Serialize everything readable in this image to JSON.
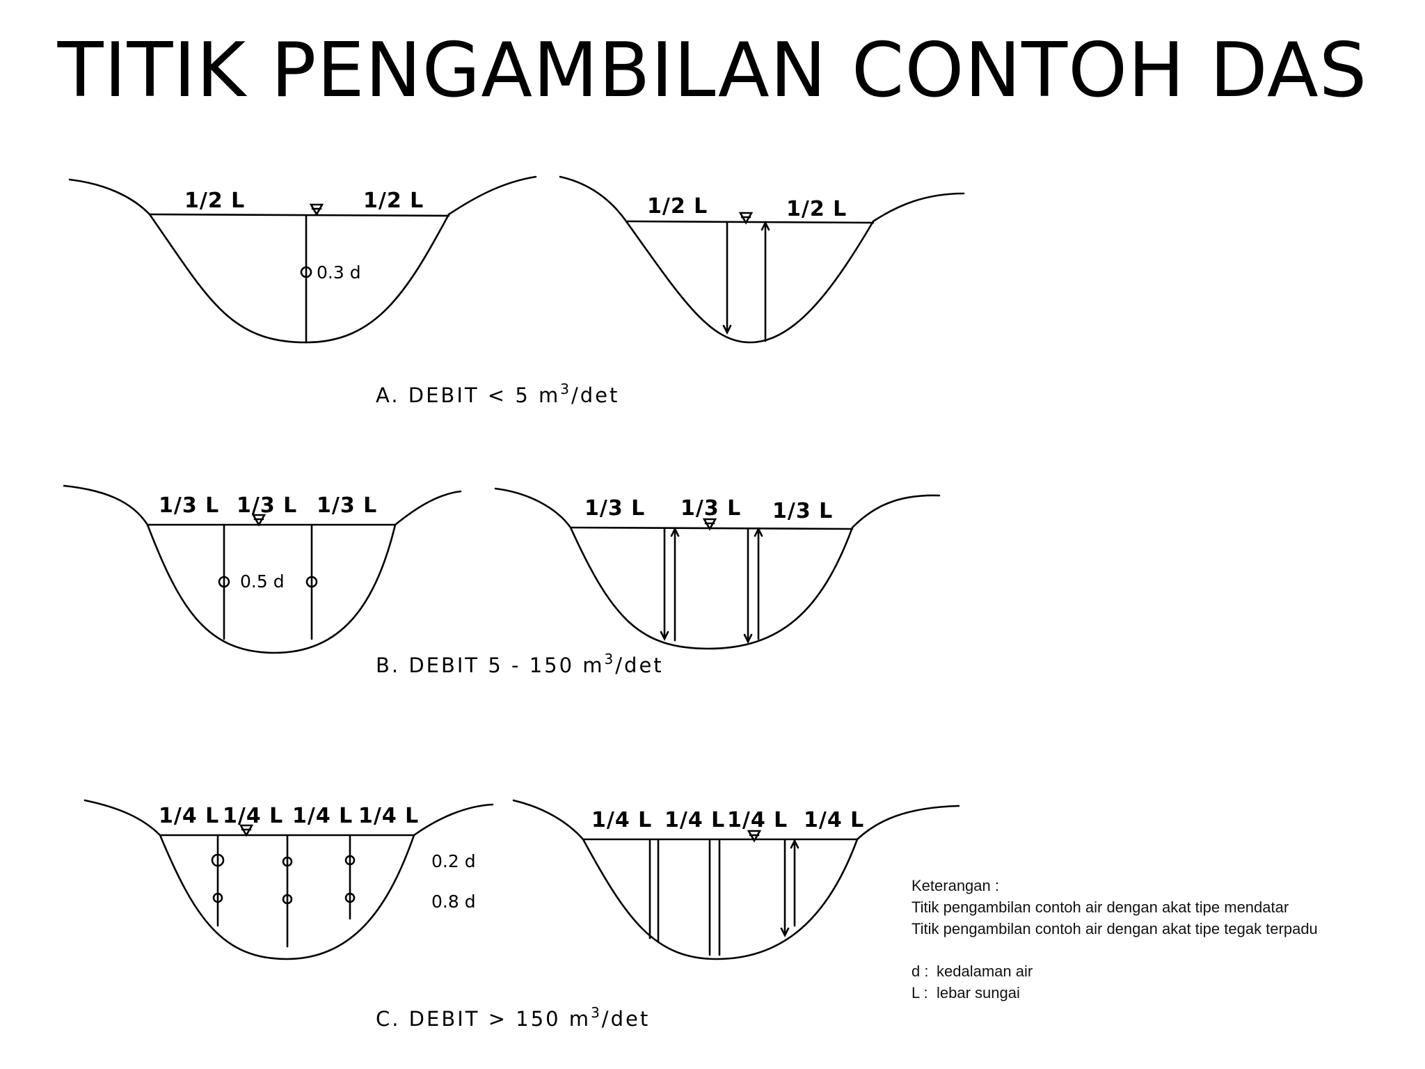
{
  "title": "TITIK PENGAMBILAN CONTOH DAS",
  "diagram_a": {
    "caption_prefix": "A. DEBIT < 5 m",
    "caption_exp": "3",
    "caption_suffix": "/det",
    "left_label": "1/2 L",
    "right_label": "1/2 L",
    "depth_note": "0.3 d"
  },
  "diagram_b": {
    "caption_prefix": "B. DEBIT 5 - 150 m",
    "caption_exp": "3",
    "caption_suffix": "/det",
    "segment_label": "1/3 L",
    "depth_note": "0.5 d"
  },
  "diagram_c": {
    "caption_prefix": "C. DEBIT > 150 m",
    "caption_exp": "3",
    "caption_suffix": "/det",
    "segment_label": "1/4 L",
    "depth_note_upper": "0.2 d",
    "depth_note_lower": "0.8 d"
  },
  "legend": {
    "heading": "Keterangan :",
    "line_horizontal": "Titik pengambilan contoh air dengan akat tipe mendatar",
    "line_vertical": "Titik pengambilan contoh air dengan akat tipe tegak terpadu",
    "d_key": "d :",
    "d_value": "kedalaman air",
    "l_key": "L :",
    "l_value": "lebar sungai"
  }
}
